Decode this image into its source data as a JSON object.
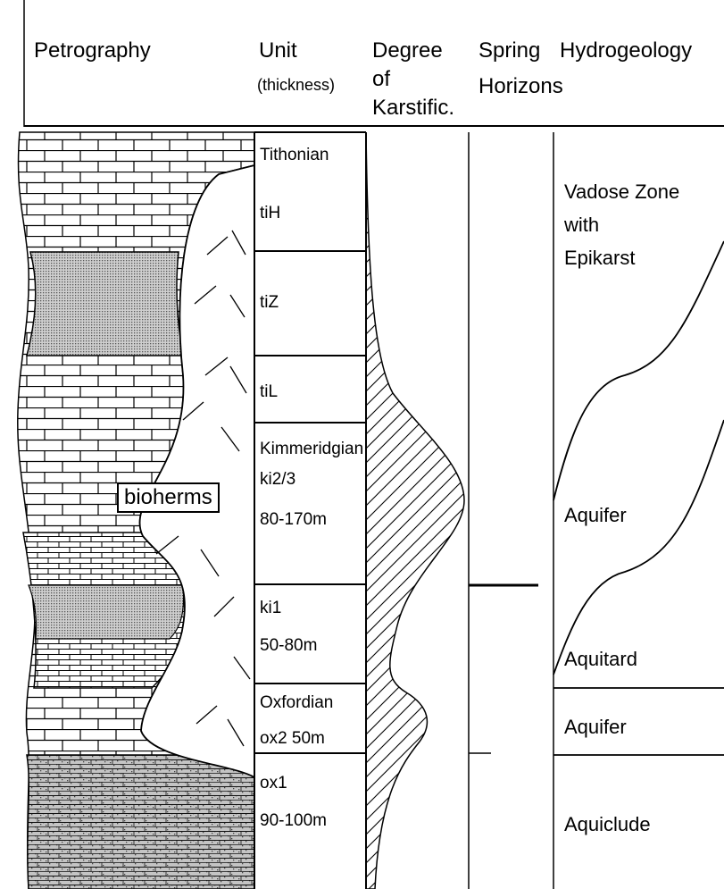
{
  "headers": {
    "petrography": "Petrography",
    "unit": "Unit",
    "unit_sub": "(thickness)",
    "degree_l1": "Degree",
    "degree_l2": "of",
    "degree_l3": "Karstific.",
    "spring_l1": "Spring",
    "spring_l2": "Horizons",
    "hydro": "Hydrogeology"
  },
  "bioherms_label": "bioherms",
  "units": {
    "tithonian": "Tithonian",
    "tiH": "tiH",
    "tiZ": "tiZ",
    "tiL": "tiL",
    "kimmeridgian": "Kimmeridgian",
    "ki23": "ki2/3",
    "ki23_thickness": "80-170m",
    "ki1": "ki1",
    "ki1_thickness": "50-80m",
    "oxfordian": "Oxfordian",
    "ox2": "ox2 50m",
    "ox1": "ox1",
    "ox1_thickness": "90-100m"
  },
  "hydrogeology": {
    "vadose_l1": "Vadose Zone",
    "vadose_l2": "with",
    "vadose_l3": "Epikarst",
    "aquifer_upper": "Aquifer",
    "aquitard": "Aquitard",
    "aquifer_lower": "Aquifer",
    "aquiclude": "Aquiclude"
  },
  "colors": {
    "line": "#000000",
    "stipple": "#a8a8a8",
    "background": "#ffffff"
  }
}
